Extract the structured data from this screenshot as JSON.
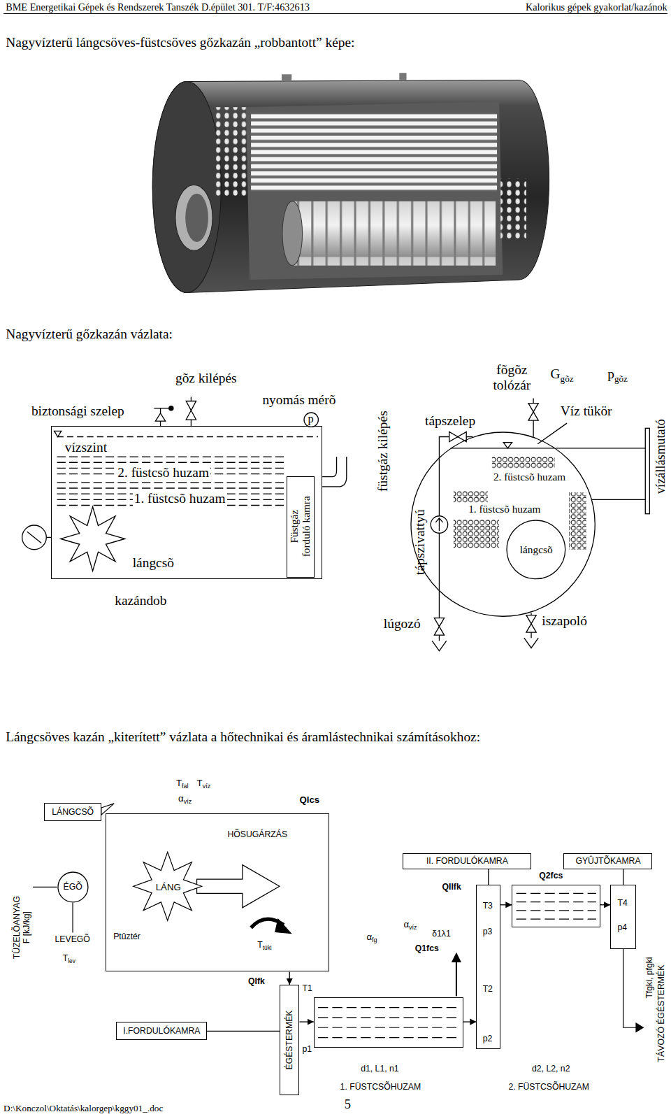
{
  "diagram": {
    "nodes": [
      {
        "text": [
          "vízszint",
          "2. füstcsõ huzam",
          "1. füstcsõ huzam",
          "lángcsõ",
          "kazándob"
        ]
      },
      {
        "text": [
          "Füstgáz forduló kamra"
        ],
        "in": 0
      },
      {
        "text": [
          "p"
        ]
      },
      {
        "text": [
          "2. füstcsõ huzam",
          "1. füstcsõ huzam"
        ]
      },
      {
        "text": [
          "lángcsõ"
        ],
        "in": 3
      },
      {
        "text": [
          "LÁNGCSÕ"
        ]
      },
      {
        "text": [
          "HÕSUGÁRZÁS",
          "LÁNG",
          "Ptûztér",
          "Ttüki"
        ]
      },
      {
        "text": [
          "ÉGÕ"
        ]
      },
      {
        "text": [
          "I.FORDULÓKAMRA"
        ]
      },
      {
        "text": [
          "ÉGÉSTERMÉK"
        ]
      },
      {
        "text": [
          "d1, L1, n1",
          "1. FÜSTCSÕHUZAM"
        ]
      },
      {
        "text": [
          "II. FORDULÓKAMRA"
        ]
      },
      {
        "text": [
          "T3",
          "p3",
          "T2",
          "p2"
        ]
      },
      {
        "text": [
          "d2, L2, n2",
          "2. FÜSTCSÕHUZAM"
        ]
      },
      {
        "text": [
          "GYÛJTÕKAMRA"
        ]
      },
      {
        "text": [
          "T4",
          "p4"
        ]
      }
    ],
    "edges": [
      {
        "from": 6,
        "to": 9,
        "arrow": "to"
      },
      {
        "from": 9,
        "to": 10,
        "arrow": "to"
      },
      {
        "from": 10,
        "to": 12,
        "arrow": "to"
      },
      {
        "from": 12,
        "to": 13,
        "arrow": "to"
      },
      {
        "from": 13,
        "to": 15,
        "arrow": "to"
      },
      {
        "from": 8,
        "to": 9,
        "arrow": "none"
      },
      {
        "from": 11,
        "to": 12,
        "arrow": "none"
      },
      {
        "from": 14,
        "to": 15,
        "arrow": "none"
      }
    ],
    "labels": [
      "BME Energetikai Gépek és Rendszerek Tanszék D.épület 301. T/F:4632613",
      "Kalorikus gépek gyakorlat/kazánok",
      "Nagyvízterű lángcsöves-füstcsöves gőzkazán „robbantott” képe:",
      "Nagyvízterű gőzkazán vázlata:",
      "gõz kilépés",
      "biztonsági szelep",
      "nyomás mérõ",
      "füstgáz kilépés",
      "fõgõz tolózár",
      "Ggõz",
      "pgõz",
      "tápszelep",
      "Víz tükör",
      "vízállásmutató",
      "tápszivattyú",
      "lúgozó",
      "iszapoló",
      "Lángcsöves kazán „kiterített” vázlata a hőtechnikai és áramlástechnikai számításokhoz:",
      "Tfal",
      "Tvíz",
      "αvíz",
      "Qlcs",
      "TÜZELÕANYAG F [kJ/kg]",
      "LEVEGÕ",
      "Tlev",
      "QIfk",
      "T1",
      "p1",
      "αfg",
      "αvíz",
      "Q1fcs",
      "δ1λ1",
      "QIIfk",
      "Q2fcs",
      "Tfgki, pfgki",
      "TÁVOZÓ ÉGÉSTERMÉK",
      "D:\\Konczol\\Oktatás\\kalorgep\\kggy01_.doc",
      "5"
    ]
  }
}
